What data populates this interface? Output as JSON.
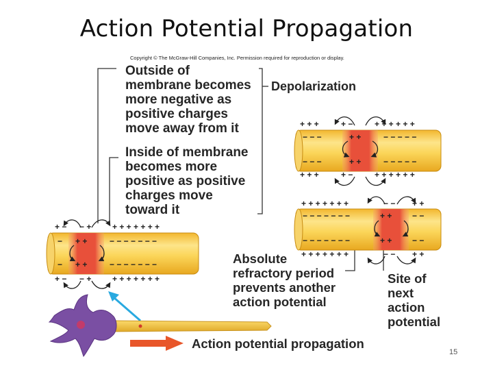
{
  "slide": {
    "title": "Action Potential Propagation",
    "page_number": "15"
  },
  "figure": {
    "copyright": "Copyright © The McGraw-Hill Companies, Inc. Permission required for reproduction or display.",
    "outside_label": [
      "Outside of",
      "membrane becomes",
      "more negative as",
      "positive charges",
      "move away from it"
    ],
    "inside_label": [
      "Inside of membrane",
      "becomes more",
      "positive as positive",
      "charges move",
      "toward it"
    ],
    "depolarization_label": "Depolarization",
    "absolute_label": [
      "Absolute",
      "refractory period",
      "prevents another",
      "action potential"
    ],
    "site_label": [
      "Site of",
      "next",
      "action",
      "potential"
    ],
    "propagation_label": "Action potential propagation"
  },
  "colors": {
    "axon_yellow": "#f5c842",
    "depolarized_red": "#e8503a",
    "neuron_purple": "#7a4fa3",
    "arrow_orange": "#e8562a",
    "arrow_cyan": "#29a9e0"
  }
}
